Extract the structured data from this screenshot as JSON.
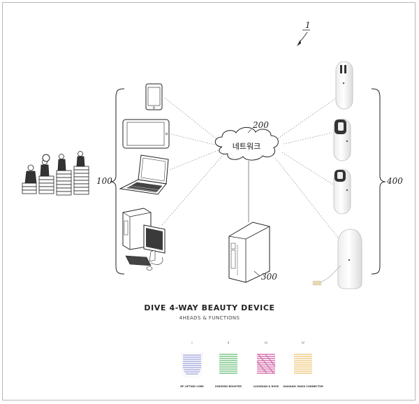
{
  "figure": {
    "reference_numeral": "1",
    "labels": {
      "group_left": "100",
      "network_ref": "200",
      "network_label": "네트워크",
      "server": "300",
      "group_right": "400"
    }
  },
  "product": {
    "title": "DIVE 4-WAY BEAUTY DEVICE",
    "subtitle": "4HEADS & FUNCTIONS",
    "functions": [
      {
        "num": "I",
        "label": "RF LIFTING CORE",
        "color": "#7e86c9"
      },
      {
        "num": "II",
        "label": "IONIZING BOOSTER",
        "color": "#3aa84a"
      },
      {
        "num": "III",
        "label": "LUXURIAN & ROSE",
        "color": "#c2308a"
      },
      {
        "num": "IV",
        "label": "GALVANIC MASK CONNECTOR",
        "color": "#e7b34a"
      }
    ]
  }
}
